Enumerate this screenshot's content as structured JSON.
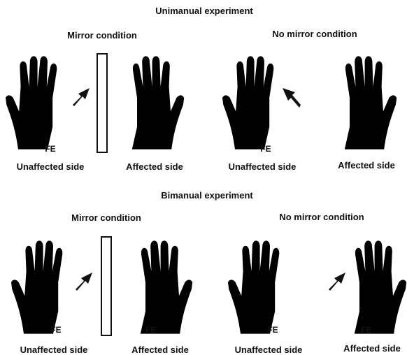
{
  "panels": {
    "unimanual": {
      "title": "Unimanual experiment",
      "mirror_condition": {
        "heading": "Mirror condition",
        "left_hand_mark": "FE",
        "left_label": "Unaffected side",
        "right_label": "Affected side"
      },
      "no_mirror_condition": {
        "heading": "No mirror condition",
        "left_hand_mark": "FE",
        "left_label": "Unaffected side",
        "right_label": "Affected side"
      }
    },
    "bimanual": {
      "title": "Bimanual experiment",
      "mirror_condition": {
        "heading": "Mirror condition",
        "left_hand_mark": "FE",
        "right_hand_mark": "FE",
        "left_label": "Unaffected side",
        "right_label": "Affected side"
      },
      "no_mirror_condition": {
        "heading": "No mirror condition",
        "left_hand_mark": "FE",
        "right_hand_mark": "FE",
        "left_label": "Unaffected side",
        "right_label": "Affected side"
      }
    }
  }
}
